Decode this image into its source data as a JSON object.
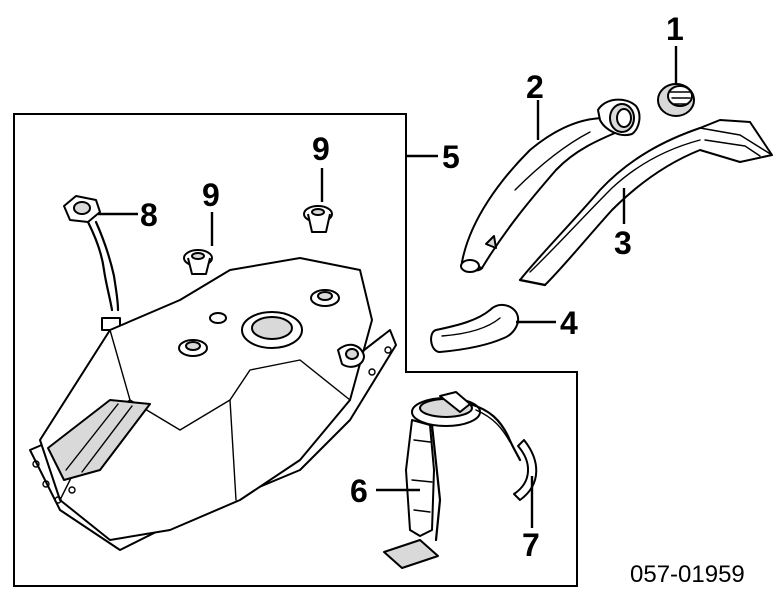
{
  "diagram": {
    "callouts": [
      {
        "id": "1",
        "label": "1"
      },
      {
        "id": "2",
        "label": "2"
      },
      {
        "id": "3",
        "label": "3"
      },
      {
        "id": "4",
        "label": "4"
      },
      {
        "id": "5",
        "label": "5"
      },
      {
        "id": "6",
        "label": "6"
      },
      {
        "id": "7",
        "label": "7"
      },
      {
        "id": "8",
        "label": "8"
      },
      {
        "id": "9a",
        "label": "9"
      },
      {
        "id": "9b",
        "label": "9"
      }
    ],
    "reference_code": "057-01959"
  }
}
